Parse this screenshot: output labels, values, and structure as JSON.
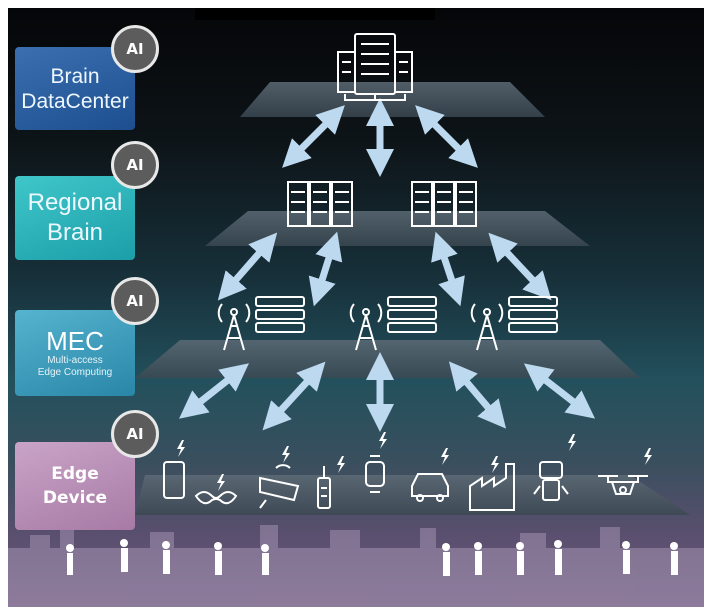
{
  "layers": {
    "brain_datacenter": {
      "line1": "Brain",
      "line2": "DataCenter",
      "ai": "AI"
    },
    "regional_brain": {
      "line1": "Regional",
      "line2": "Brain",
      "ai": "AI"
    },
    "mec": {
      "title": "MEC",
      "sub1": "Multi-access",
      "sub2": "Edge Computing",
      "ai": "AI"
    },
    "edge_device": {
      "line1": "Edge",
      "line2": "Device",
      "ai": "AI"
    }
  },
  "colors": {
    "brain_label": "#2a5f9f",
    "regional_label": "#2bb3b8",
    "mec_label": "#3f9dbd",
    "edge_label": "#b88db6",
    "arrow": "#bcd9ef",
    "platform": "#4a5a66"
  },
  "icons": {
    "top": "datacenter-server-icon",
    "regional": [
      "server-rack-icon",
      "server-rack-icon"
    ],
    "mec": [
      "antenna-tower-icon",
      "antenna-tower-icon",
      "antenna-tower-icon"
    ],
    "edge": [
      "smartphone-icon",
      "smart-glasses-icon",
      "security-camera-icon",
      "router-icon",
      "smartwatch-icon",
      "car-icon",
      "factory-icon",
      "robot-icon",
      "drone-icon"
    ]
  }
}
